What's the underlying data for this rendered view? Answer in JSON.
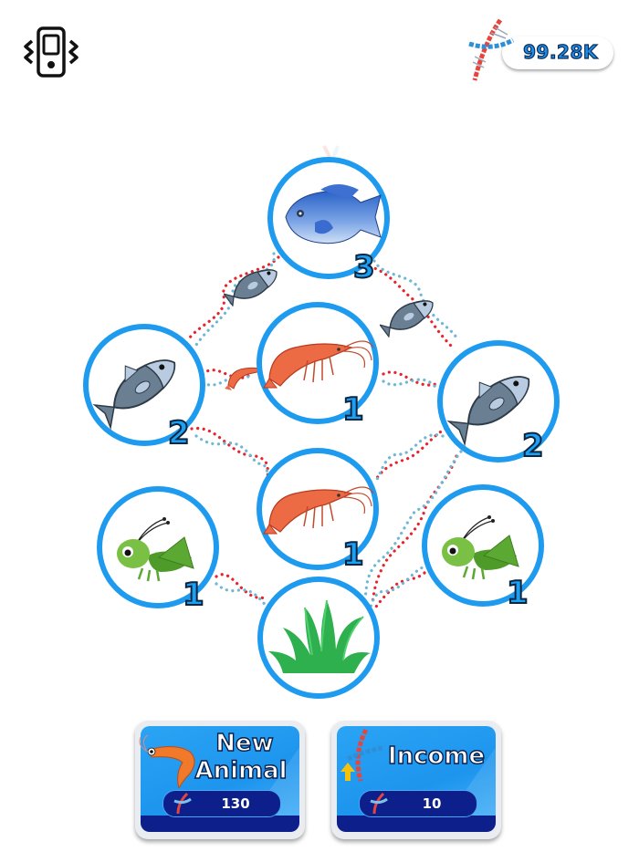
{
  "hud": {
    "vibrate_icon": "vibrate-phone-icon",
    "currency": {
      "icon": "dna-icon",
      "value": "99.28K"
    }
  },
  "board": {
    "nodes": [
      {
        "id": "top-blue-fish",
        "creature": "blue-fish",
        "level": "3"
      },
      {
        "id": "left-gray-fish",
        "creature": "gray-fish",
        "level": "2"
      },
      {
        "id": "center-shrimp-top",
        "creature": "shrimp",
        "level": "1"
      },
      {
        "id": "right-gray-fish",
        "creature": "gray-fish",
        "level": "2"
      },
      {
        "id": "left-grasshopper",
        "creature": "grasshopper",
        "level": "1"
      },
      {
        "id": "center-shrimp-bottom",
        "creature": "shrimp",
        "level": "1"
      },
      {
        "id": "right-grasshopper",
        "creature": "grasshopper",
        "level": "1"
      },
      {
        "id": "grass",
        "creature": "grass",
        "level": ""
      }
    ],
    "links_style": "dna-strand",
    "colors": {
      "ring": "#1e9bef",
      "dna_red": "#e8232b",
      "dna_blue": "#6fb7d4"
    }
  },
  "buttons": {
    "new_animal": {
      "line1": "New",
      "line2": "Animal",
      "price": "130",
      "icon": "shrimp-icon"
    },
    "income": {
      "label": "Income",
      "price": "10",
      "icon": "dna-upgrade-icon"
    }
  }
}
